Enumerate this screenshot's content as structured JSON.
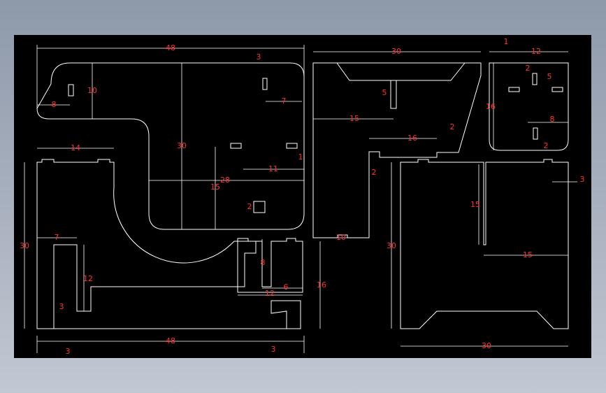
{
  "colors": {
    "canvas": "#000000",
    "linework": "#ffffff",
    "dimension_text": "#ff3030"
  },
  "dimensions": {
    "d_48_top": "48",
    "d_3_top": "3",
    "d_10": "10",
    "d_8_left": "8",
    "d_7_upper": "7",
    "d_30_center": "30",
    "d_11": "11",
    "d_1_mid": "1",
    "d_28": "28",
    "d_15_left": "15",
    "d_2_slot": "2",
    "d_14": "14",
    "d_30_left": "30",
    "d_7_lower": "7",
    "d_12_left": "12",
    "d_3_notch": "3",
    "d_48_bottom": "48",
    "d_3_bottom_left": "3",
    "d_3_bottom_right": "3",
    "d_8_small": "8",
    "d_6": "6",
    "d_12_mid": "12",
    "d_16_mid": "16",
    "d_30_top_mid": "30",
    "d_5_mid": "5",
    "d_15_mid": "15",
    "d_16_step": "16",
    "d_2_step": "2",
    "d_2_left_step": "2",
    "d_10_base": "10",
    "d_1_right": "1",
    "d_12_right": "12",
    "d_2_right_a": "2",
    "d_5_right": "5",
    "d_16_right": "16",
    "d_8_right": "8",
    "d_2_right_b": "2",
    "d_3_right": "3",
    "d_30_big_left": "30",
    "d_15_big_inner": "15",
    "d_15_big_h": "15",
    "d_30_big_bottom": "30"
  }
}
